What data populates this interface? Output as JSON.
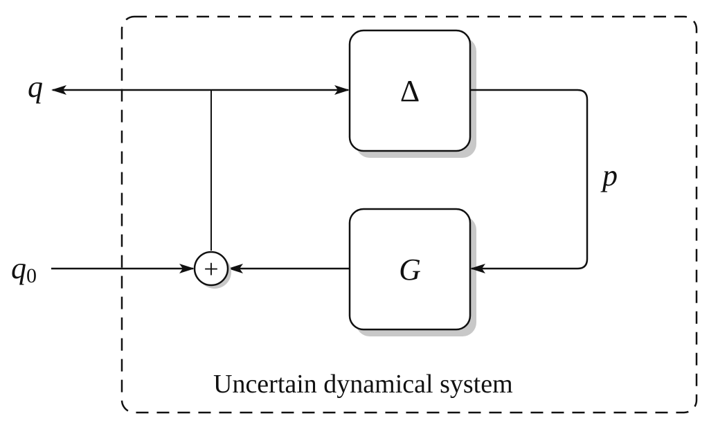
{
  "diagram": {
    "boundary_label": "Uncertain dynamical system",
    "blocks": {
      "delta": {
        "label": "Δ"
      },
      "g": {
        "label": "G"
      }
    },
    "signals": {
      "q": "q",
      "q0_base": "q",
      "q0_sub": "0",
      "p": "p"
    },
    "summing_junction": {
      "symbol": "+"
    }
  }
}
